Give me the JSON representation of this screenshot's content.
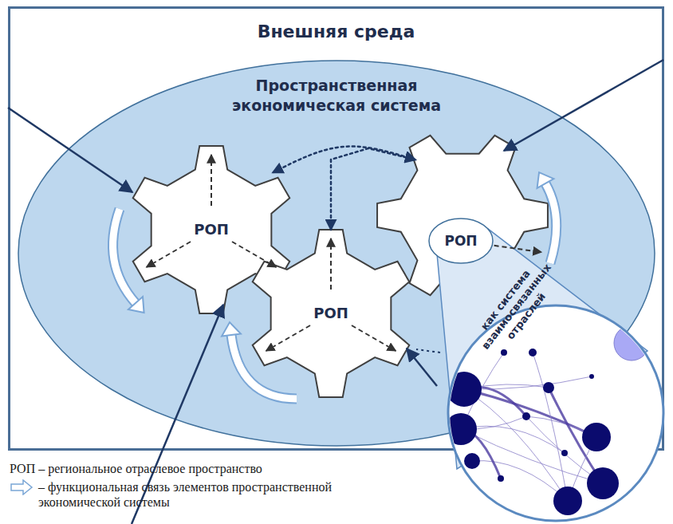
{
  "diagram": {
    "nodes": [
      {
        "text": [
          "Внешняя среда"
        ]
      },
      {
        "text": [
          "Пространственная экономическая система"
        ],
        "in": 0
      },
      {
        "text": [
          "РОП"
        ],
        "in": 1
      },
      {
        "text": [
          "РОП"
        ],
        "in": 1
      },
      {
        "text": [
          "РОП"
        ],
        "in": 1
      }
    ],
    "edges": [
      {
        "from": 2,
        "to": 4,
        "arrow": "both"
      },
      {
        "from": 3,
        "to": 4,
        "arrow": "both"
      }
    ],
    "labels": [
      "как система взаимосвязанных отраслей"
    ],
    "legend": [
      {
        "text": "РОП – региональное отраслевое пространство"
      },
      {
        "text": "– функциональная связь элементов пространственной экономической системы"
      }
    ]
  }
}
